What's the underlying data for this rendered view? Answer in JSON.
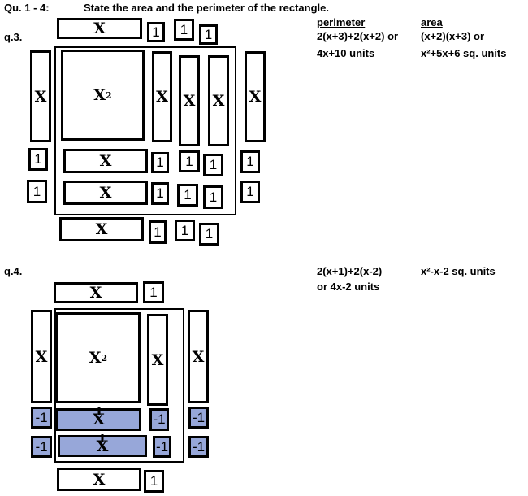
{
  "header": {
    "qnum": "Qu. 1 - 4:",
    "instruction": "State the area and the perimeter of the rectangle."
  },
  "tiles": {
    "x": "X",
    "one": "1",
    "neg_one": "-1",
    "x2_base": "X",
    "x2_exp": "2"
  },
  "q3": {
    "label": "q.3.",
    "perimeter_heading": "perimeter",
    "area_heading": "area",
    "perimeter_line1": "2(x+3)+2(x+2) or",
    "perimeter_line2": "4x+10 units",
    "area_line1": "(x+2)(x+3) or",
    "area_line2": "x²+5x+6 sq. units"
  },
  "q4": {
    "label": "q.4.",
    "perimeter_line1": "2(x+1)+2(x-2)",
    "perimeter_line2": "or 4x-2 units",
    "area_line1": "x²-x-2 sq. units"
  },
  "colors": {
    "negative_tile": "#97a7d9"
  }
}
